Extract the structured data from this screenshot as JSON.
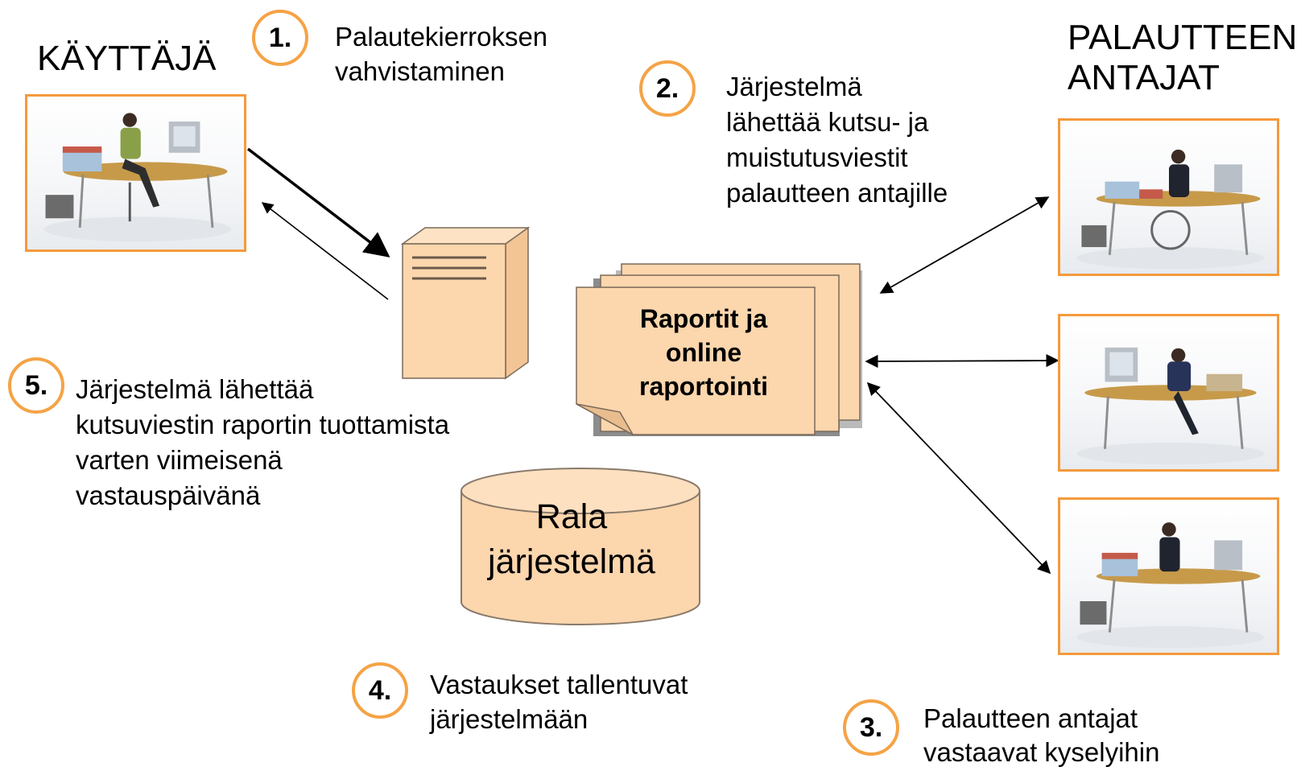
{
  "user_heading": "KÄYTTÄJÄ",
  "givers_heading": [
    "PALAUTTEEN",
    "ANTAJAT"
  ],
  "steps": [
    {
      "num": "1.",
      "lines": [
        "Palautekierroksen",
        "vahvistaminen"
      ]
    },
    {
      "num": "2.",
      "lines": [
        "Järjestelmä",
        "lähettää kutsu- ja",
        "muistutusviestit",
        "palautteen antajille"
      ]
    },
    {
      "num": "3.",
      "lines": [
        "Palautteen antajat",
        "vastaavat kyselyihin"
      ]
    },
    {
      "num": "4.",
      "lines": [
        "Vastaukset tallentuvat",
        "järjestelmään"
      ]
    },
    {
      "num": "5.",
      "lines": [
        "Järjestelmä lähettää",
        "kutsuviestin raportin tuottamista",
        "varten viimeisenä",
        "vastauspäivänä"
      ]
    }
  ],
  "reports_box": [
    "Raportit ja",
    "online",
    "raportointi"
  ],
  "database": [
    "Rala",
    "järjestelmä"
  ],
  "colors": {
    "accent_orange": "#f49a3c",
    "shape_fill": "#fcd6ad",
    "shape_stroke": "#8a7a6a"
  }
}
